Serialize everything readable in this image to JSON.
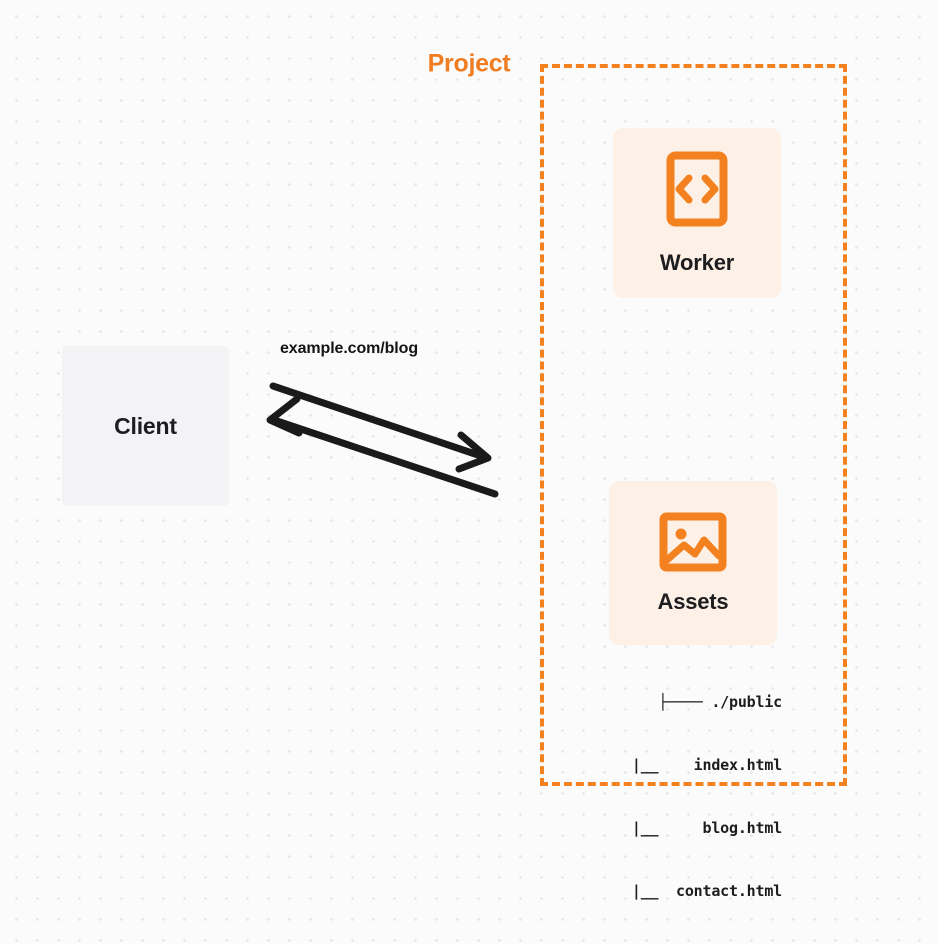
{
  "theme": {
    "background": "#fbfbfb",
    "dot_grid": "#e7e7ea",
    "accent_orange": "#f48120",
    "card_background": "#fdf1e7",
    "client_background": "#f3f3f5",
    "text_dark": "#1d1d1f",
    "arrow_color": "#1a1a1a"
  },
  "diagram": {
    "client": {
      "label": "Client"
    },
    "edge": {
      "label": "example.com/blog"
    },
    "project": {
      "title": "Project",
      "nodes": [
        {
          "id": "worker",
          "label": "Worker",
          "icon": "code-brackets-icon"
        },
        {
          "id": "assets",
          "label": "Assets",
          "icon": "image-picture-icon"
        }
      ],
      "file_tree": [
        "├──── ./public",
        "  |__    index.html",
        "  |__     blog.html",
        "  |__  contact.html"
      ]
    }
  }
}
